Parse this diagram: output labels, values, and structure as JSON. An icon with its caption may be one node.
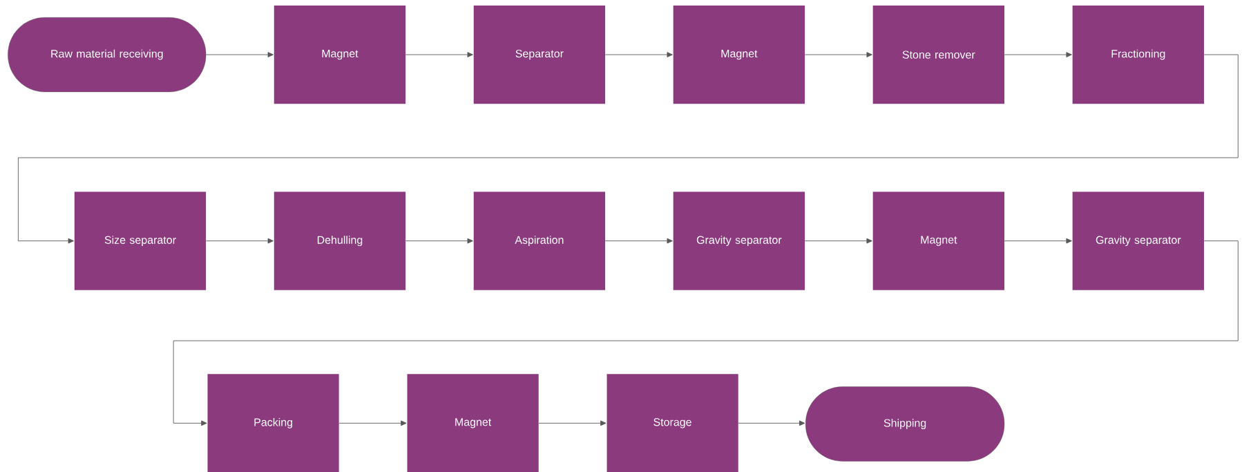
{
  "diagram": {
    "nodes": [
      {
        "text": [
          "Raw material receiving"
        ]
      },
      {
        "text": [
          "Magnet"
        ]
      },
      {
        "text": [
          "Separator"
        ]
      },
      {
        "text": [
          "Magnet"
        ]
      },
      {
        "text": [
          "Stone remover"
        ]
      },
      {
        "text": [
          "Fractioning"
        ]
      },
      {
        "text": [
          "Size separator"
        ]
      },
      {
        "text": [
          "Dehulling"
        ]
      },
      {
        "text": [
          "Aspiration"
        ]
      },
      {
        "text": [
          "Gravity separator"
        ]
      },
      {
        "text": [
          "Magnet"
        ]
      },
      {
        "text": [
          "Gravity separator"
        ]
      },
      {
        "text": [
          "Packing"
        ]
      },
      {
        "text": [
          "Magnet"
        ]
      },
      {
        "text": [
          "Storage"
        ]
      },
      {
        "text": [
          "Shipping"
        ]
      }
    ],
    "edges": [
      {
        "from": 0,
        "to": 1,
        "arrow": "to"
      },
      {
        "from": 1,
        "to": 2,
        "arrow": "to"
      },
      {
        "from": 2,
        "to": 3,
        "arrow": "to"
      },
      {
        "from": 3,
        "to": 4,
        "arrow": "to"
      },
      {
        "from": 4,
        "to": 5,
        "arrow": "to"
      },
      {
        "from": 5,
        "to": 6,
        "arrow": "to"
      },
      {
        "from": 6,
        "to": 7,
        "arrow": "to"
      },
      {
        "from": 7,
        "to": 8,
        "arrow": "to"
      },
      {
        "from": 8,
        "to": 9,
        "arrow": "to"
      },
      {
        "from": 9,
        "to": 10,
        "arrow": "to"
      },
      {
        "from": 10,
        "to": 11,
        "arrow": "to"
      },
      {
        "from": 11,
        "to": 12,
        "arrow": "to"
      },
      {
        "from": 12,
        "to": 13,
        "arrow": "to"
      },
      {
        "from": 13,
        "to": 14,
        "arrow": "to"
      },
      {
        "from": 14,
        "to": 15,
        "arrow": "to"
      }
    ]
  }
}
